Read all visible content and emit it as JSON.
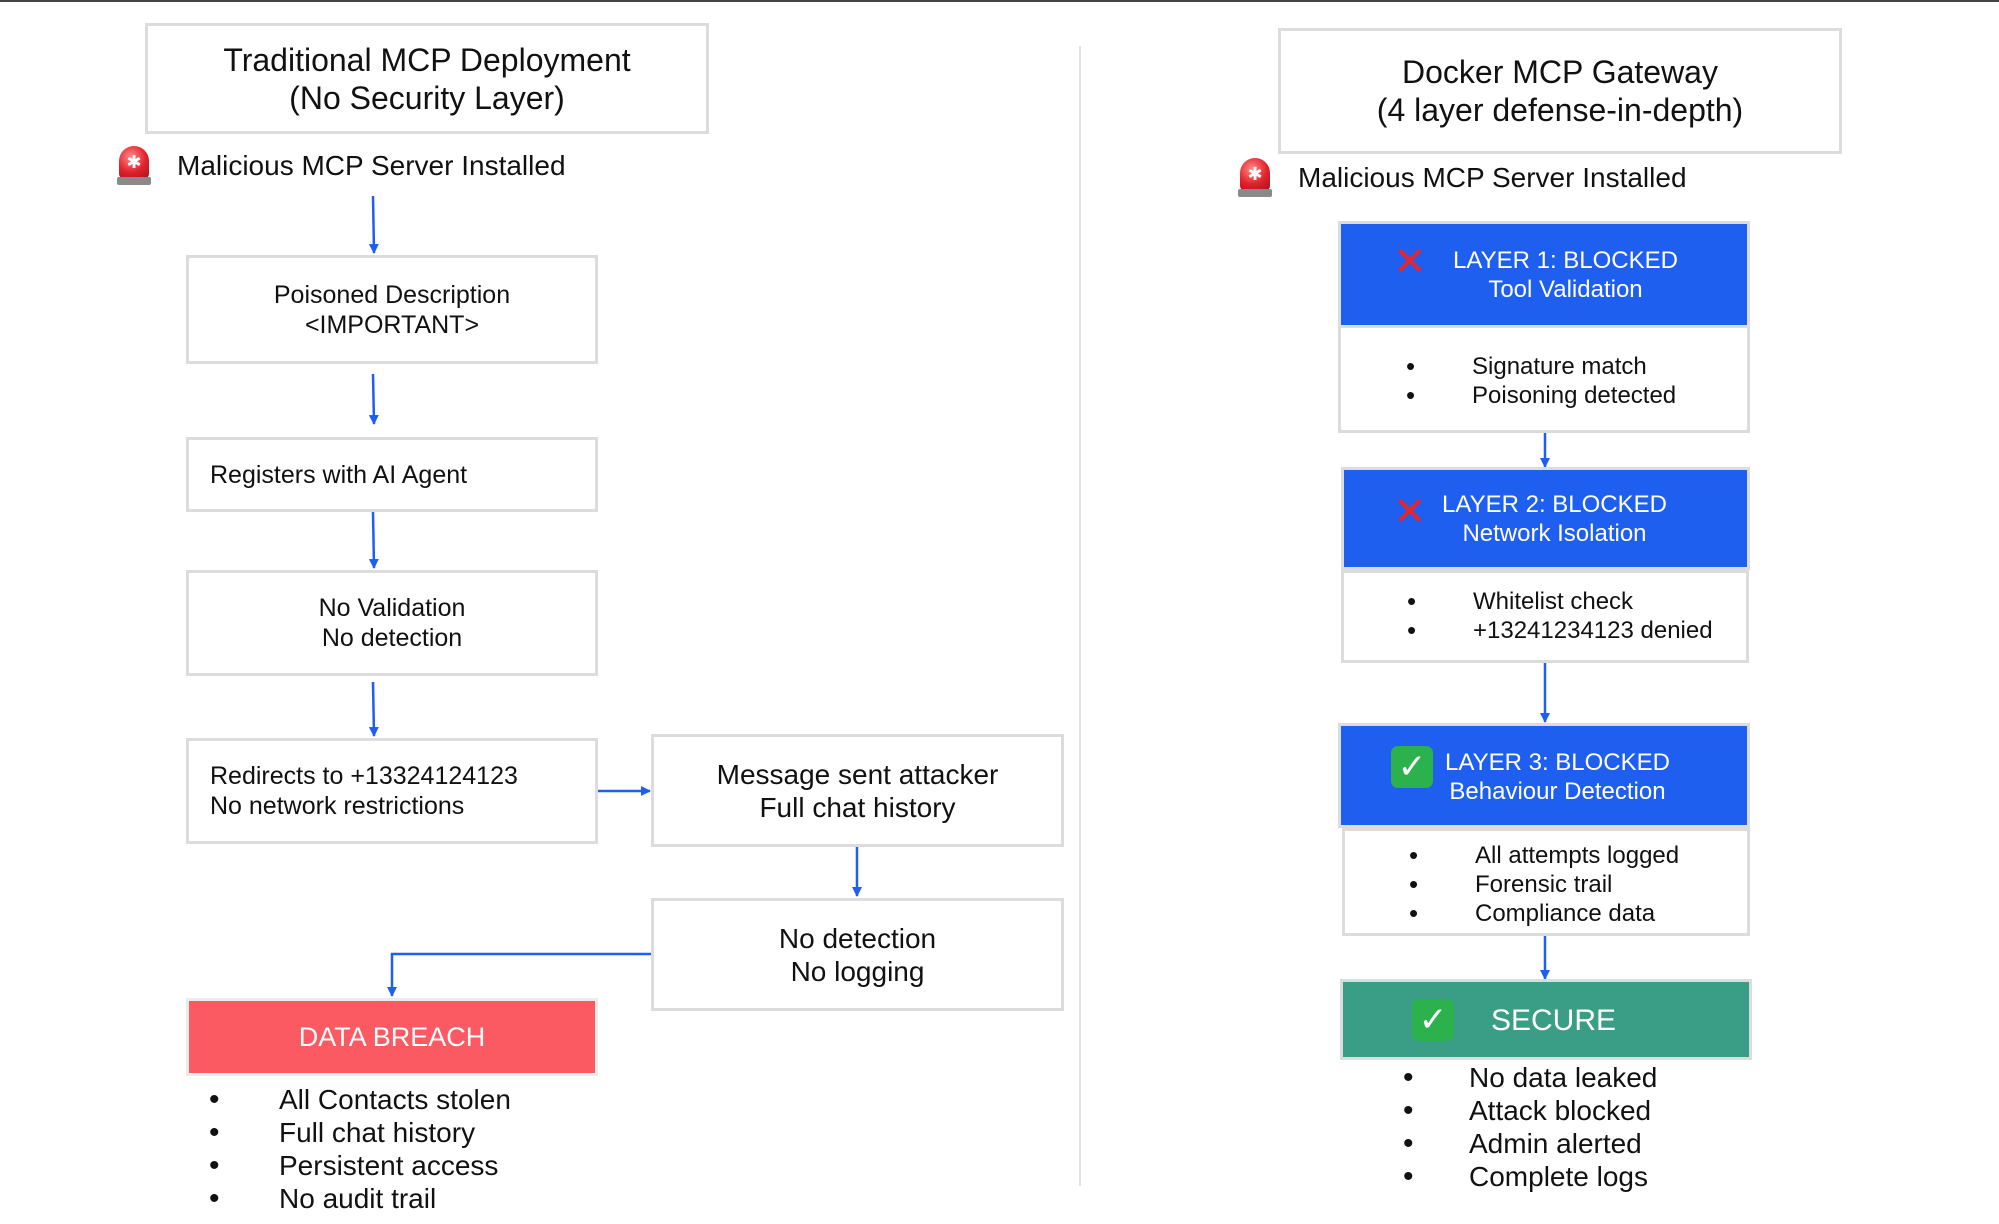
{
  "left": {
    "title_line1": "Traditional MCP Deployment",
    "title_line2": "(No Security Layer)",
    "alert": "Malicious MCP Server Installed",
    "step1_line1": "Poisoned Description",
    "step1_line2": "<IMPORTANT>",
    "step2": "Registers with AI Agent",
    "step3_line1": "No Validation",
    "step3_line2": "No detection",
    "step4_line1": "Redirects to +13324124123",
    "step4_line2": "No network restrictions",
    "step5_line1": "Message sent attacker",
    "step5_line2": "Full chat history",
    "step6_line1": "No detection",
    "step6_line2": "No logging",
    "breach_label": "DATA BREACH",
    "breach_items": [
      "All Contacts stolen",
      "Full chat history",
      "Persistent access",
      "No audit trail"
    ]
  },
  "right": {
    "title_line1": "Docker MCP Gateway",
    "title_line2": "(4 layer defense-in-depth)",
    "alert": "Malicious MCP Server Installed",
    "layer1_title": "LAYER 1: BLOCKED",
    "layer1_sub": "Tool Validation",
    "layer1_items": [
      "Signature match",
      "Poisoning detected"
    ],
    "layer2_title": "LAYER 2: BLOCKED",
    "layer2_sub": "Network Isolation",
    "layer2_items": [
      "Whitelist check",
      "+13241234123 denied"
    ],
    "layer3_title": "LAYER 3: BLOCKED",
    "layer3_sub": "Behaviour Detection",
    "layer3_items": [
      "All attempts logged",
      "Forensic trail",
      "Compliance data"
    ],
    "secure_label": "SECURE",
    "secure_items": [
      "No data leaked",
      "Attack blocked",
      "Admin alerted",
      "Complete logs"
    ]
  },
  "icons": {
    "alert": "siren-icon",
    "blocked": "cross-icon",
    "passed": "check-icon"
  },
  "colors": {
    "arrow": "#1f5ff0",
    "breach": "#fb5a63",
    "layer": "#1f5ff0",
    "secure": "#3a9e86",
    "cross": "#e8242c",
    "check": "#2bb24c"
  }
}
